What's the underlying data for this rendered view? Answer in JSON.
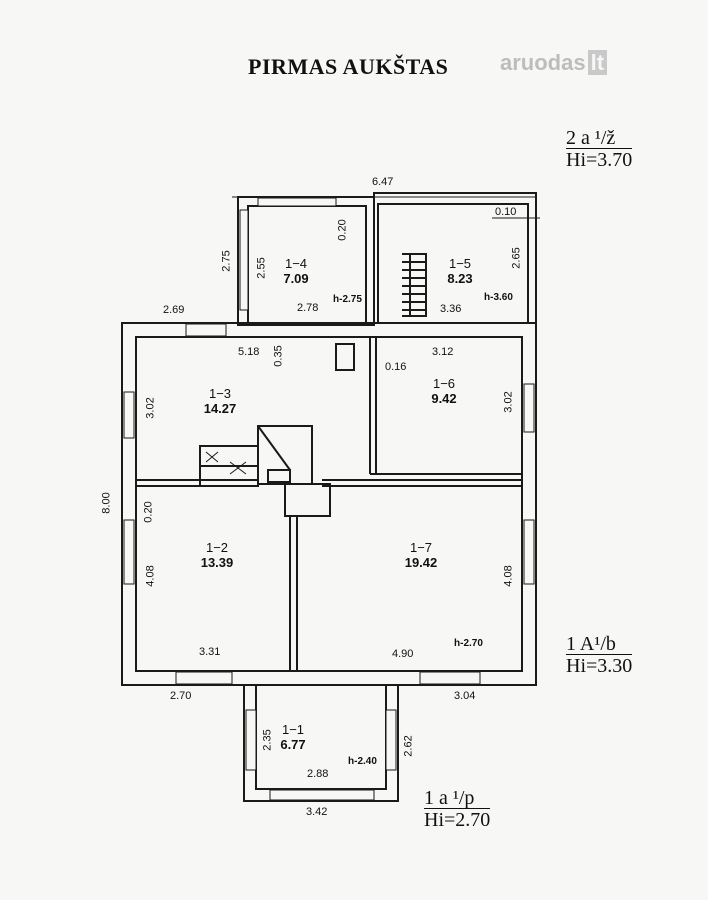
{
  "title": "PIRMAS AUKŠTAS",
  "logo": {
    "name": "aruodas",
    "tld": "lt"
  },
  "levels": [
    {
      "code": "2 a ¹/ž",
      "hi": "Hi=3.70"
    },
    {
      "code": "1 A¹/b",
      "hi": "Hi=3.30"
    },
    {
      "code": "1 a ¹/p",
      "hi": "Hi=2.70"
    }
  ],
  "rooms": [
    {
      "id": "1−1",
      "area": "6.77"
    },
    {
      "id": "1−2",
      "area": "13.39"
    },
    {
      "id": "1−3",
      "area": "14.27"
    },
    {
      "id": "1−4",
      "area": "7.09"
    },
    {
      "id": "1−5",
      "area": "8.23"
    },
    {
      "id": "1−6",
      "area": "9.42"
    },
    {
      "id": "1−7",
      "area": "19.42"
    }
  ],
  "heights": {
    "r1_1": "h-2.40",
    "r1_4": "h-2.75",
    "r1_5": "h-3.60",
    "r1_7": "h-2.70"
  },
  "dimensions": {
    "top_total": "6.47",
    "r1_5_wall": "0.10",
    "r1_4_outer": "2.75",
    "r1_4_inner": "2.55",
    "r1_4_wall": "0.20",
    "r1_5_side": "2.65",
    "r1_4_width": "2.78",
    "r1_5_width": "3.36",
    "top_left": "2.69",
    "r1_3_width": "5.18",
    "wall_035": "0.35",
    "wall_016": "0.16",
    "r1_6_width": "3.12",
    "r1_3_height": "3.02",
    "r1_6_height": "3.02",
    "total_height": "8.00",
    "wall_020": "0.20",
    "r1_2_height": "4.08",
    "r1_7_height": "4.08",
    "r1_2_width": "3.31",
    "r1_7_width": "4.90",
    "bottom_left": "2.70",
    "bottom_right": "3.04",
    "r1_1_height": "2.35",
    "r1_1_side": "2.62",
    "r1_1_width": "2.88",
    "r1_1_outer": "3.42"
  },
  "colors": {
    "wall": "#1a1a1a",
    "background": "#f7f7f5",
    "logo": "#bdbdbd"
  }
}
